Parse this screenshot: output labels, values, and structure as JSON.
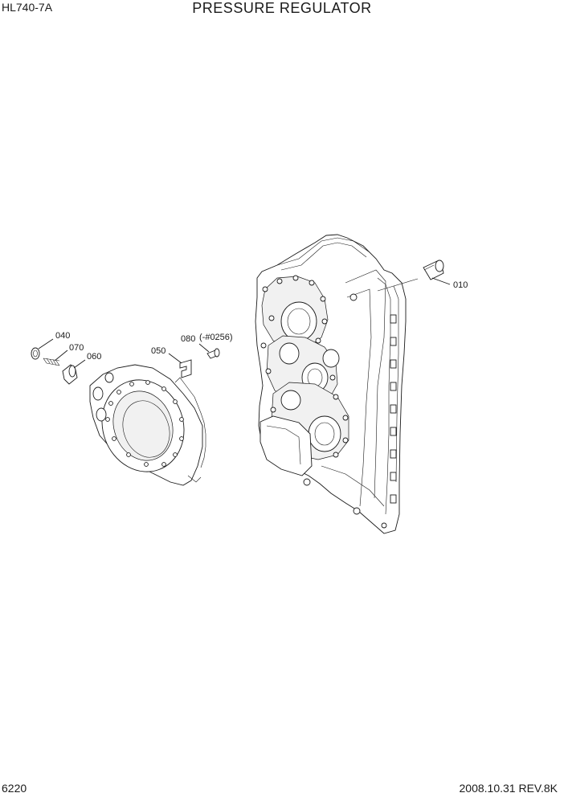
{
  "header": {
    "model": "HL740-7A",
    "title": "PRESSURE REGULATOR"
  },
  "footer": {
    "page_number": "6220",
    "revision": "2008.10.31  REV.8K"
  },
  "callouts": {
    "c010": "010",
    "c040": "040",
    "c050": "050",
    "c060": "060",
    "c070": "070",
    "c080": "080",
    "c080_note": "(-#0256)"
  }
}
